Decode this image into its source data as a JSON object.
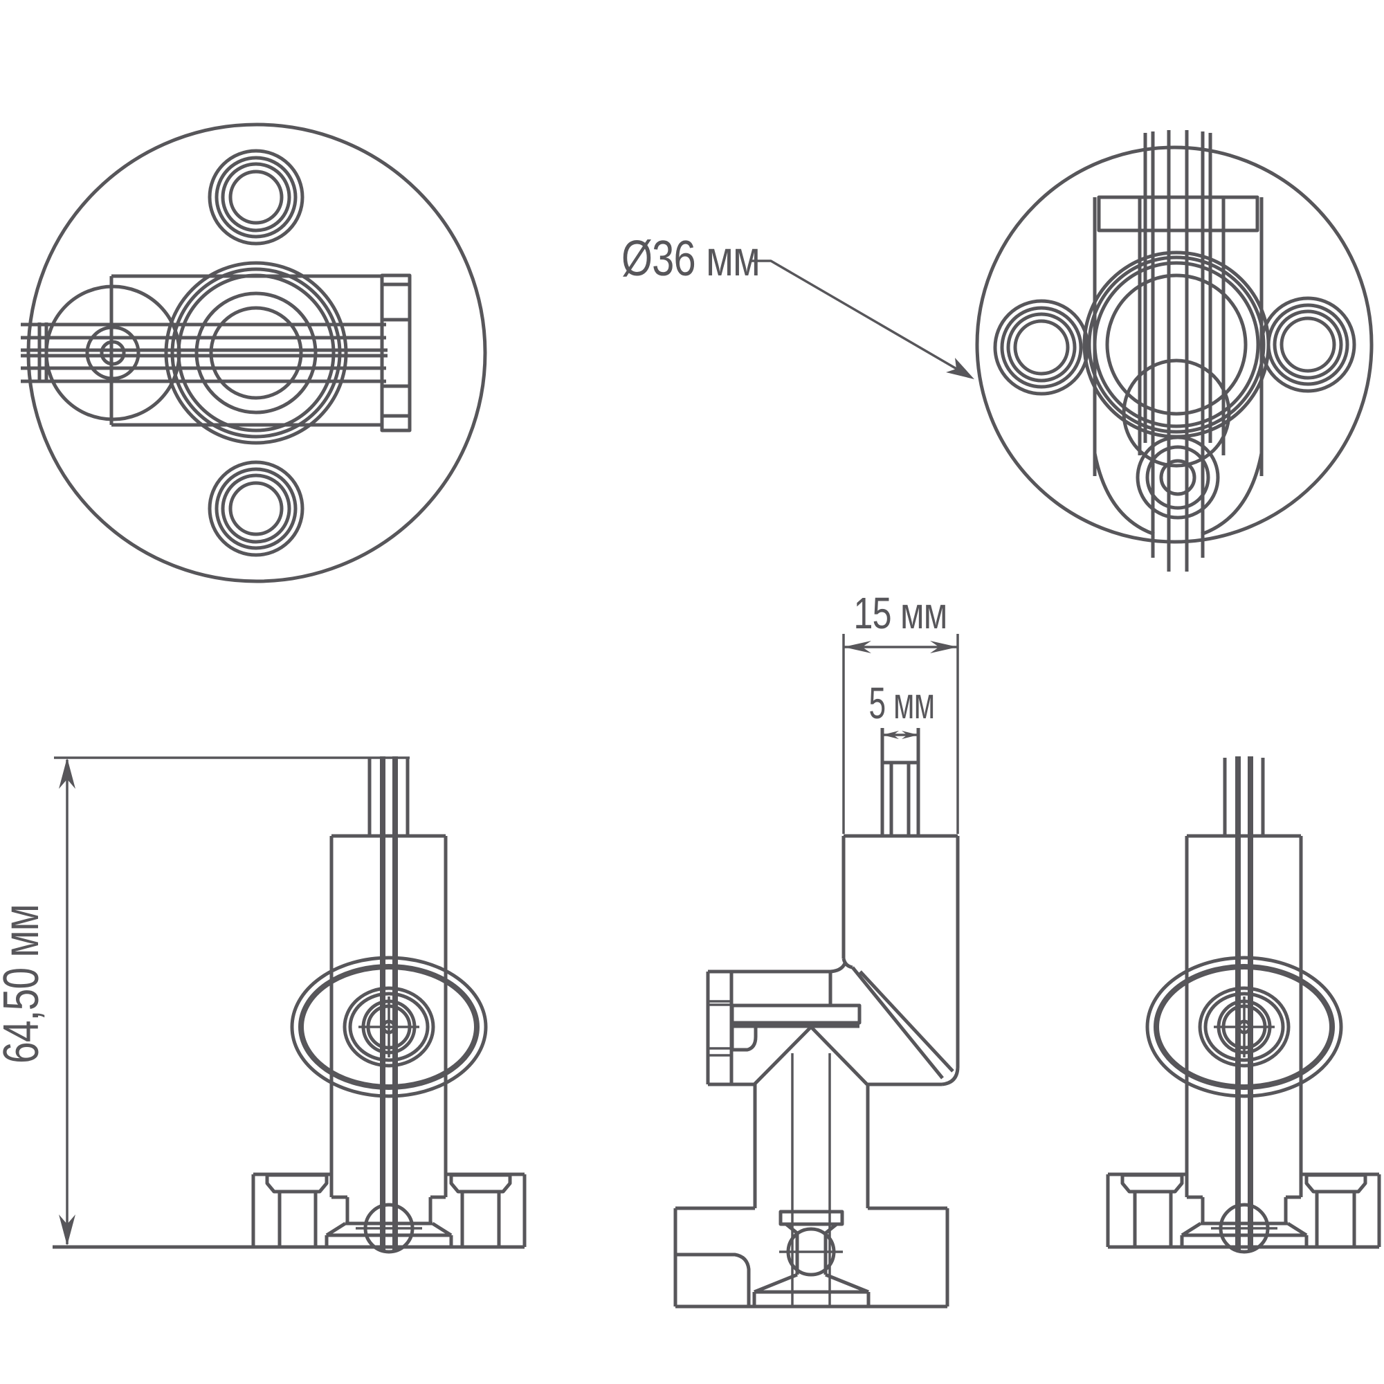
{
  "drawing": {
    "background": "#ffffff",
    "line_color": "#57565a"
  },
  "dimensions": {
    "diameter_label": "Ø36 мм",
    "height_label": "64,50 мм",
    "width_label": "15 мм",
    "pin_width_label": "5 мм"
  }
}
